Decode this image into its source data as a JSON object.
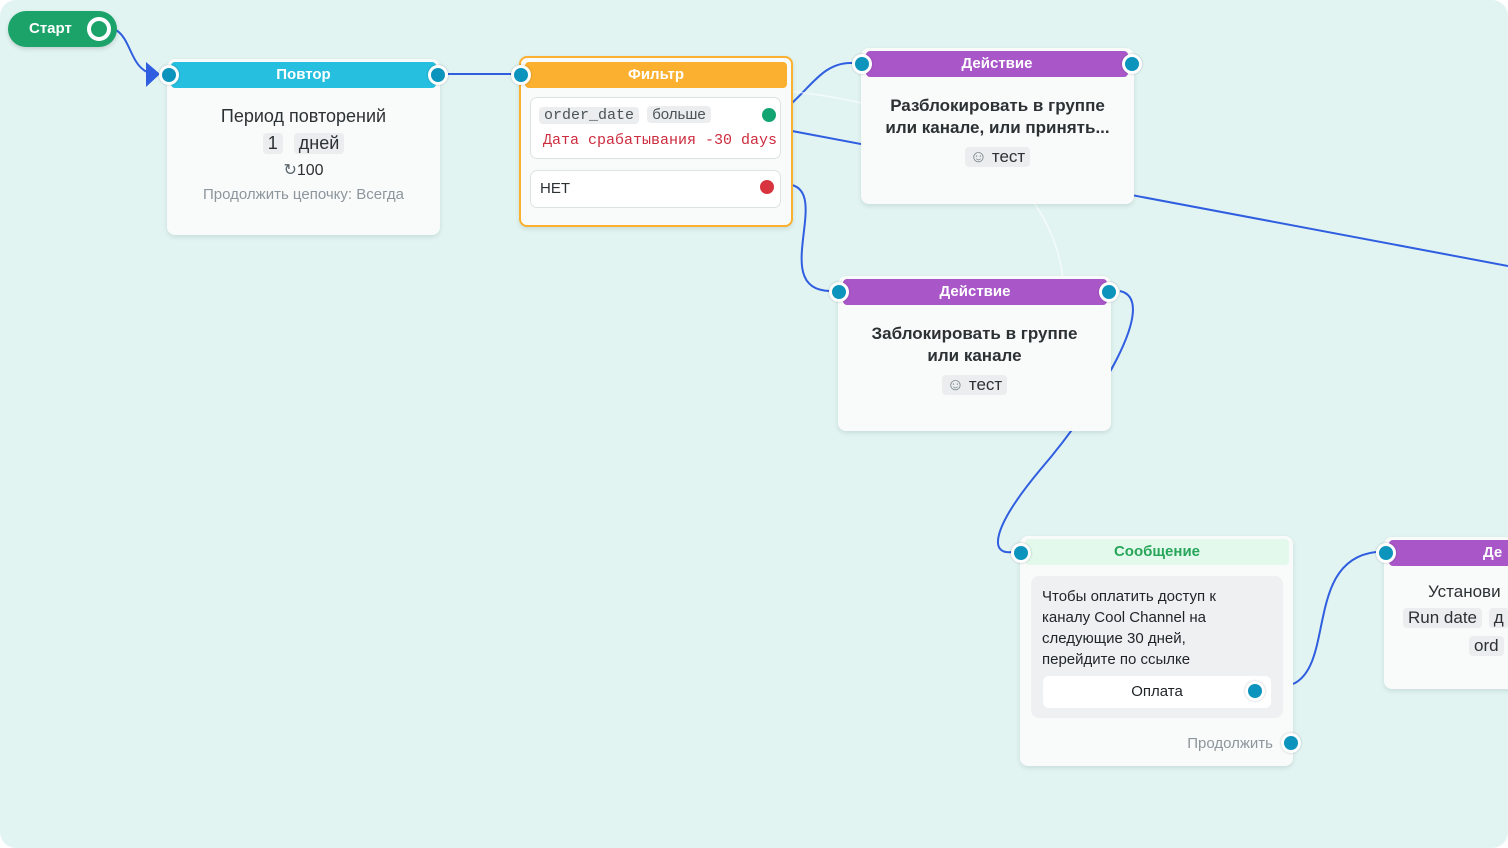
{
  "start": {
    "label": "Старт"
  },
  "nodes": {
    "repeat": {
      "header": "Повтор",
      "title": "Период повторений",
      "count": "1",
      "unit": "дней",
      "repeats": "100",
      "continue_text": "Продолжить цепочку: Всегда"
    },
    "filter": {
      "header": "Фильтр",
      "field": "order_date",
      "operator": "больше",
      "value": "Дата срабатывания -30 days",
      "no_label": "НЕТ"
    },
    "action1": {
      "header": "Действие",
      "title_line1": "Разблокировать в группе",
      "title_line2": "или канале, или принять...",
      "group": "тест"
    },
    "action2": {
      "header": "Действие",
      "title_line1": "Заблокировать в группе",
      "title_line2": "или канале",
      "group": "тест"
    },
    "message": {
      "header": "Сообщение",
      "text_lines": [
        "Чтобы оплатить доступ к",
        "каналу Cool Channel на",
        "следующие 30 дней,",
        "перейдите по ссылке"
      ],
      "button": "Оплата",
      "continue": "Продолжить"
    },
    "action3": {
      "header": "Де",
      "title": "Установи",
      "chip1": "Run date",
      "chip1_suffix": "д",
      "chip2": "ord"
    }
  },
  "colors": {
    "canvas": "#e2f4f2",
    "start": "#1ca36a",
    "repeat": "#27bfdf",
    "filter": "#fbb02f",
    "action": "#a957c8",
    "message_header_bg": "#e3f9ec",
    "message_header_text": "#27a65a",
    "port": "#0c94bd",
    "wire": "#2f5ee0",
    "yes": "#13a571",
    "no": "#d8343f",
    "red_text": "#cc2c3e"
  },
  "icons": {
    "repeat": "cycle-icon",
    "group": "users-icon",
    "arrow": "arrow-right-icon"
  }
}
